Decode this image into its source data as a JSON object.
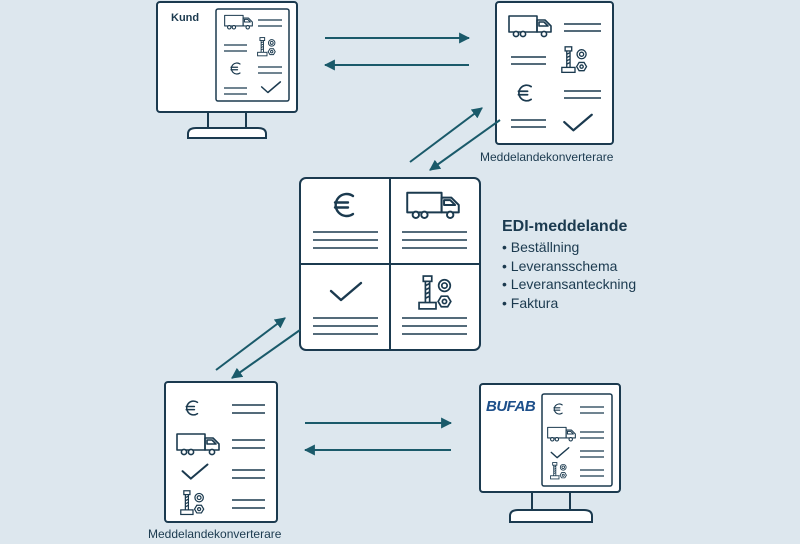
{
  "diagram": {
    "top_left_monitor": {
      "label": "Kund"
    },
    "top_right_monitor": {
      "caption": "Meddelandekonverterare"
    },
    "bottom_left_monitor": {
      "caption": "Meddelandekonverterare"
    },
    "bottom_right_monitor": {
      "logo_text": "BUFAB"
    },
    "edi_panel": {
      "title": "EDI-meddelande",
      "items": [
        "Beställning",
        "Leveransschema",
        "Leveransanteckning",
        "Faktura"
      ]
    },
    "icons": [
      "truck-icon",
      "euro-icon",
      "checkmark-icon",
      "bolt-nut-icon"
    ],
    "colors": {
      "background": "#dde7ee",
      "stroke": "#1b3a4f",
      "arrow": "#1a5a6a",
      "panel": "#ffffff"
    }
  }
}
